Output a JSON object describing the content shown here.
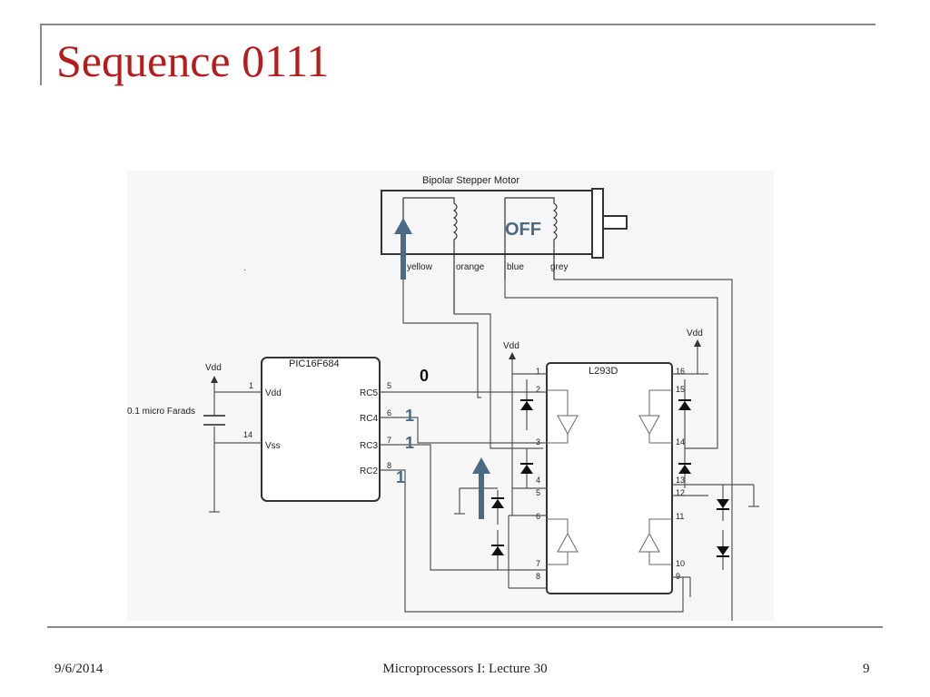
{
  "slide": {
    "title": "Sequence 0111",
    "footer_date": "9/6/2014",
    "footer_center": "Microprocessors I: Lecture 30",
    "footer_page": "9"
  },
  "diagram": {
    "motor_label": "Bipolar Stepper Motor",
    "wire_yellow": "yellow",
    "wire_orange": "orange",
    "wire_blue": "blue",
    "wire_grey": "grey",
    "off_label": "OFF",
    "mcu_name": "PIC16F684",
    "driver_name": "L293D",
    "vdd_label": "Vdd",
    "pin_vdd": "Vdd",
    "pin_vss": "Vss",
    "rc5": "RC5",
    "rc4": "RC4",
    "rc3": "RC3",
    "rc2": "RC2",
    "cap_label": "0.1 micro Farads",
    "mcu_pin_1": "1",
    "mcu_pin_14": "14",
    "mcu_pin_5": "5",
    "mcu_pin_6": "6",
    "mcu_pin_7": "7",
    "mcu_pin_8": "8",
    "drv_left_pins": [
      "1",
      "2",
      "3",
      "4",
      "5",
      "6",
      "7",
      "8"
    ],
    "drv_right_pins": [
      "16",
      "15",
      "14",
      "13",
      "12",
      "11",
      "10",
      "9"
    ],
    "bit_rc5": "0",
    "bit_rc4": "1",
    "bit_rc3": "1",
    "bit_rc2": "1",
    "colors": {
      "title": "#b71c1c",
      "arrow": "#4a6a85",
      "bits": "#4a6a85",
      "wire": "#333333"
    }
  }
}
